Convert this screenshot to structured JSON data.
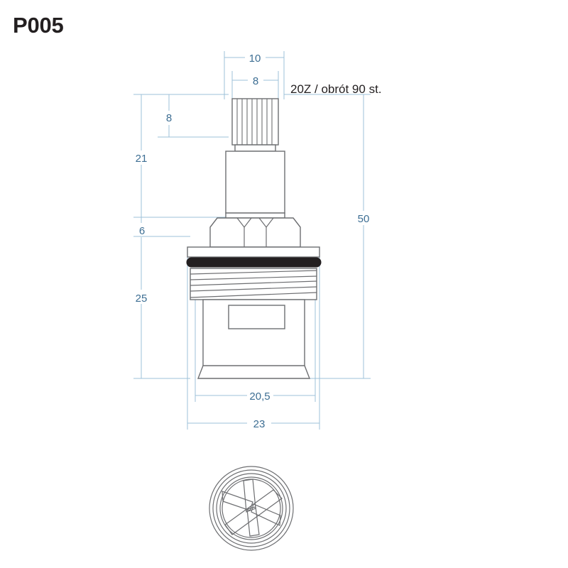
{
  "drawing": {
    "title": "P005",
    "note": "20Z / obrót 90 st.",
    "colors": {
      "dimension_line": "#9dc0d8",
      "dimension_text": "#3d6e93",
      "part_outline": "#6d6e71",
      "oring": "#231f20",
      "title_text": "#231f20",
      "background": "#ffffff"
    },
    "dimensions": {
      "stem_outer_width": "10",
      "spline_width": "8",
      "spline_height": "8",
      "stem_height": "21",
      "flange_height": "6",
      "body_height": "25",
      "total_height": "50",
      "body_width": "20,5",
      "flange_width": "23"
    },
    "views": {
      "front_view_label": "front-elevation",
      "bottom_view_label": "bottom-end-view"
    }
  }
}
